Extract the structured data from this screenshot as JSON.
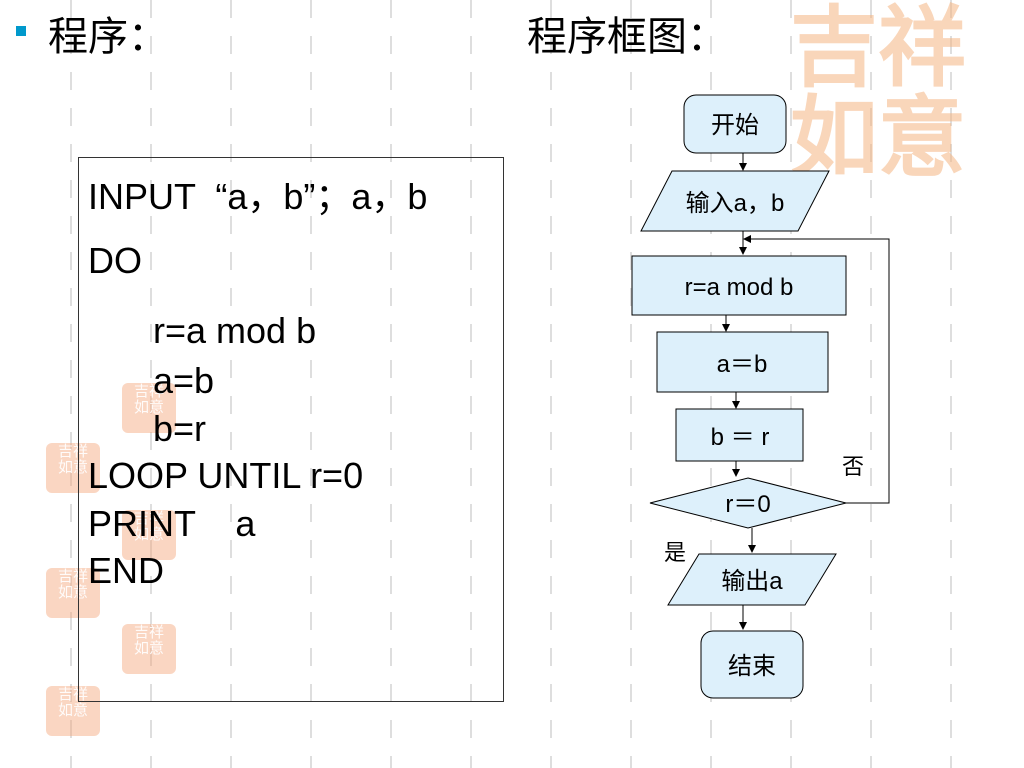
{
  "colors": {
    "bullet": "#0099cc",
    "box_fill": "#ddf0fb",
    "watermark": "#f4a478"
  },
  "left_heading": "程序：",
  "right_heading": "程序框图：",
  "code": [
    "INPUT  “a，b”；a，b",
    "DO",
    "r=a mod b",
    "a=b",
    "b=r",
    "LOOP UNTIL r=0",
    "PRINT    a",
    "END"
  ],
  "watermark_text": "吉祥如意",
  "flowchart": {
    "start": "开始",
    "input": "输入a，b",
    "step1": "r=a mod b",
    "step2": "a＝b",
    "step3": "b ＝ r",
    "condition": "r＝0",
    "no_label": "否",
    "yes_label": "是",
    "output": "输出a",
    "end": "结束"
  }
}
